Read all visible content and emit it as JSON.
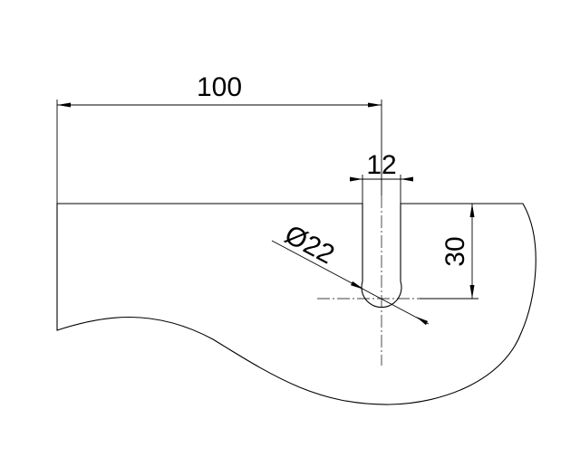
{
  "dimensions": {
    "length_label": "100",
    "slot_width_label": "12",
    "hole_diameter_label": "Ø22",
    "depth_label": "30"
  },
  "colors": {
    "line": "#000000",
    "background": "#ffffff"
  }
}
